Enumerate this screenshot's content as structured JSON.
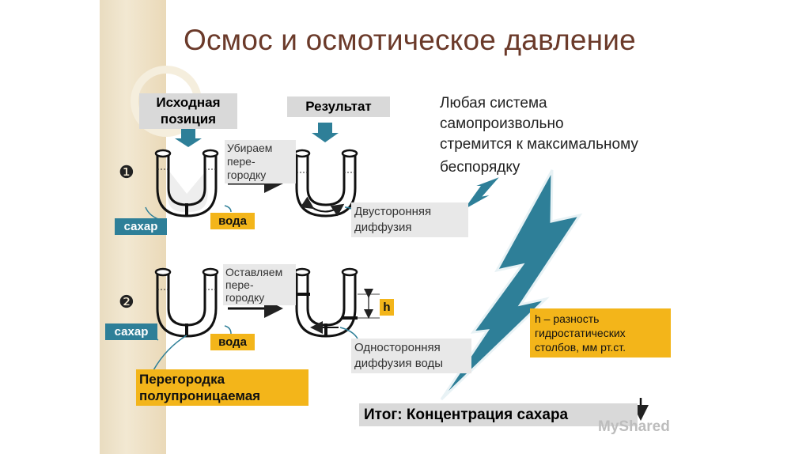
{
  "title": "Осмос и осмотическое давление",
  "labels": {
    "initial": "Исходная позиция",
    "result": "Результат",
    "step1_action": [
      "Убираем",
      "пере-",
      "городку"
    ],
    "step2_action": [
      "Оставляем",
      "пере-",
      "городку"
    ],
    "sugar": "сахар",
    "water": "вода",
    "two_way": [
      "Двусторонняя",
      "диффузия"
    ],
    "one_way": [
      "Односторонняя",
      "диффузия воды"
    ],
    "membrane": [
      "Перегородка",
      "полупроницаемая"
    ],
    "h": "h",
    "h_def": [
      "h – разность",
      "гидростатических",
      "столбов, мм рт.ст."
    ],
    "conclusion": "Итог: Концентрация сахара",
    "quote": [
      "Любая система",
      "самопроизвольно",
      "стремится к максимальному",
      "беспорядку"
    ],
    "marker1": "❶",
    "marker2": "❷",
    "watermark": "MyShared"
  },
  "colors": {
    "title": "#6b3a2a",
    "teal": "#2e7f98",
    "gold": "#f3b51a",
    "gray": "#d9d9d9"
  }
}
